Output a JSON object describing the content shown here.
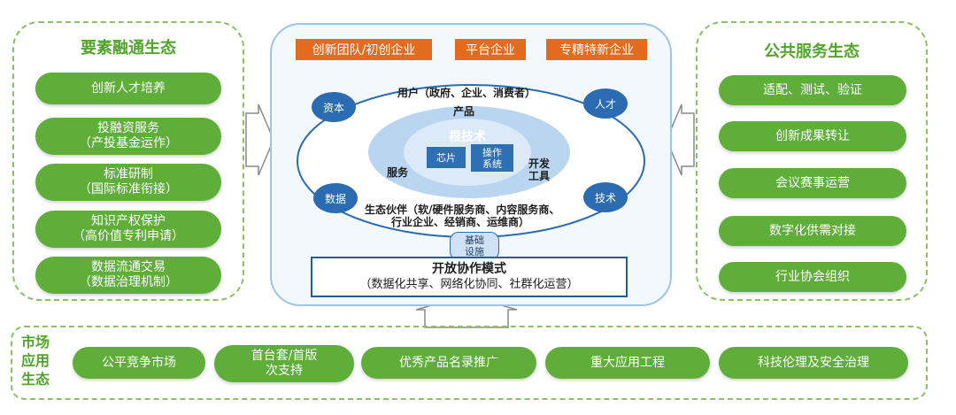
{
  "left": {
    "title": "要素融通生态",
    "items": [
      {
        "line1": "创新人才培养",
        "line2": ""
      },
      {
        "line1": "投融资服务",
        "line2": "（产投基金运作）"
      },
      {
        "line1": "标准研制",
        "line2": "（国际标准衔接）"
      },
      {
        "line1": "知识产权保护",
        "line2": "（高价值专利申请）"
      },
      {
        "line1": "数据流通交易",
        "line2": "（数据治理机制）"
      }
    ]
  },
  "right": {
    "title": "公共服务生态",
    "items": [
      "适配、测试、验证",
      "创新成果转让",
      "会议赛事运营",
      "数字化供需对接",
      "行业协会组织"
    ]
  },
  "center": {
    "top_boxes": [
      "创新团队/初创企业",
      "平台企业",
      "专精特新企业"
    ],
    "nodes": {
      "capital": "资本",
      "talent": "人才",
      "data": "数据",
      "tech": "技术"
    },
    "users": "用户（政府、企业、消费者）",
    "product": "产品",
    "root_tech": "根技术",
    "chip": "芯片",
    "os_line1": "操作",
    "os_line2": "系统",
    "service": "服务",
    "dev_line1": "开发",
    "dev_line2": "工具",
    "partners_line1": "生态伙伴（软/硬件服务商、内容服务商、",
    "partners_line2": "行业企业、经销商、运维商）",
    "infra_line1": "基础",
    "infra_line2": "设施",
    "open_title": "开放协作模式",
    "open_sub": "（数据化共享、网络化协同、社群化运营）"
  },
  "bottom": {
    "label_line1": "市场",
    "label_line2": "应用",
    "label_line3": "生态",
    "items": [
      {
        "line1": "公平竞争市场",
        "line2": ""
      },
      {
        "line1": "首台套/首版",
        "line2": "次支持"
      },
      {
        "line1": "优秀产品名录推广",
        "line2": ""
      },
      {
        "line1": "重大应用工程",
        "line2": ""
      },
      {
        "line1": "科技伦理及安全治理",
        "line2": ""
      }
    ]
  },
  "colors": {
    "green": "#5fae3a",
    "orange": "#e46a1e",
    "blue": "#2a6bb1",
    "light_blue": "#a9cbec"
  }
}
